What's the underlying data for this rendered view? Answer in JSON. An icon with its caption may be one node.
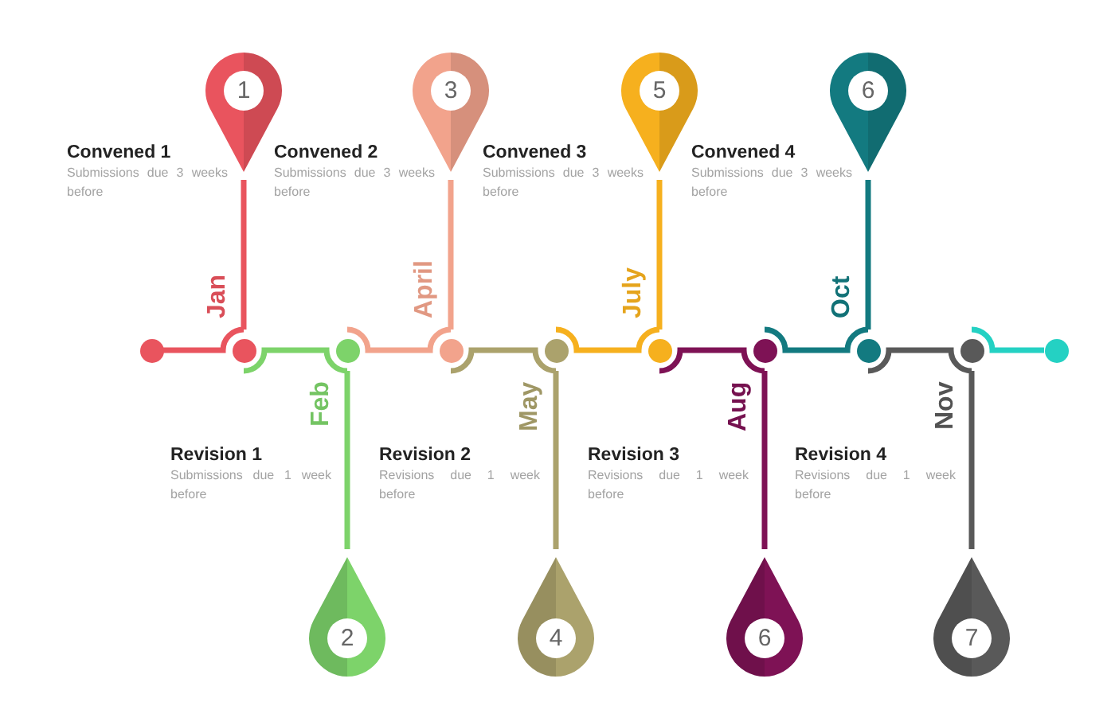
{
  "diagram": {
    "nodes": [
      {
        "text": [
          "1"
        ],
        "beside": [
          "Convened 1",
          "Submissions due 3 weeks before"
        ]
      },
      {
        "text": [
          "2"
        ],
        "beside": [
          "Revision 1",
          "Submissions due 1 week before"
        ]
      },
      {
        "text": [
          "3"
        ],
        "beside": [
          "Convened 2",
          "Submissions due 3 weeks before"
        ]
      },
      {
        "text": [
          "4"
        ],
        "beside": [
          "Revision 2",
          "Revisions due 1 week before"
        ]
      },
      {
        "text": [
          "5"
        ],
        "beside": [
          "Convened 3",
          "Submissions due 3 weeks before"
        ]
      },
      {
        "text": [
          "6"
        ],
        "beside": [
          "Revision 3",
          "Revisions due 1 week before"
        ]
      },
      {
        "text": [
          "6"
        ],
        "beside": [
          "Convened 4",
          "Submissions due 3 weeks before"
        ]
      },
      {
        "text": [
          "7"
        ],
        "beside": [
          "Revision 4",
          "Revisions due 1 week before"
        ]
      },
      {
        "text": [],
        "shape": "circle"
      },
      {
        "text": [],
        "shape": "circle",
        "beside": [
          "Jan"
        ]
      },
      {
        "text": [],
        "shape": "circle",
        "beside": [
          "Feb"
        ]
      },
      {
        "text": [],
        "shape": "circle",
        "beside": [
          "April"
        ]
      },
      {
        "text": [],
        "shape": "circle",
        "beside": [
          "May"
        ]
      },
      {
        "text": [],
        "shape": "circle",
        "beside": [
          "July"
        ]
      },
      {
        "text": [],
        "shape": "circle",
        "beside": [
          "Aug"
        ]
      },
      {
        "text": [],
        "shape": "circle",
        "beside": [
          "Oct"
        ]
      },
      {
        "text": [],
        "shape": "circle",
        "beside": [
          "Nov"
        ]
      },
      {
        "text": [],
        "shape": "circle"
      }
    ],
    "edges": [
      {
        "from": 8,
        "to": 9,
        "arrow": "none",
        "color": "#e9545e"
      },
      {
        "from": 9,
        "to": 10,
        "arrow": "none",
        "color": "#7dd36a"
      },
      {
        "from": 10,
        "to": 11,
        "arrow": "none",
        "color": "#f2a38c"
      },
      {
        "from": 11,
        "to": 12,
        "arrow": "none",
        "color": "#aba26c"
      },
      {
        "from": 12,
        "to": 13,
        "arrow": "none",
        "color": "#f6b01e"
      },
      {
        "from": 13,
        "to": 14,
        "arrow": "none",
        "color": "#7e1255"
      },
      {
        "from": 14,
        "to": 15,
        "arrow": "none",
        "color": "#137a80"
      },
      {
        "from": 15,
        "to": 16,
        "arrow": "none",
        "color": "#595959"
      },
      {
        "from": 16,
        "to": 17,
        "arrow": "none",
        "color": "#24d1c3"
      },
      {
        "from": 0,
        "to": 9,
        "arrow": "none",
        "color": "#e9545e"
      },
      {
        "from": 1,
        "to": 10,
        "arrow": "none",
        "color": "#7dd36a"
      },
      {
        "from": 2,
        "to": 11,
        "arrow": "none",
        "color": "#f2a38c"
      },
      {
        "from": 3,
        "to": 12,
        "arrow": "none",
        "color": "#aba26c"
      },
      {
        "from": 4,
        "to": 13,
        "arrow": "none",
        "color": "#f6b01e"
      },
      {
        "from": 5,
        "to": 14,
        "arrow": "none",
        "color": "#7e1255"
      },
      {
        "from": 6,
        "to": 15,
        "arrow": "none",
        "color": "#137a80"
      },
      {
        "from": 7,
        "to": 16,
        "arrow": "none",
        "color": "#595959"
      }
    ]
  }
}
